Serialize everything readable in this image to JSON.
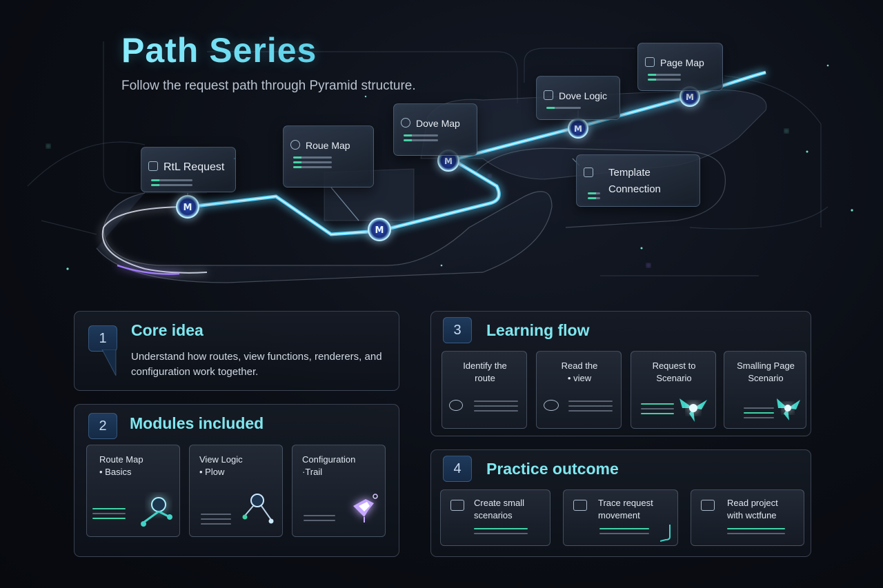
{
  "header": {
    "title": "Path Series",
    "subtitle": "Follow the request path through Pyramid structure."
  },
  "path_nodes": [
    {
      "label": "RtL Request",
      "icon": "document-icon"
    },
    {
      "label": "Roue Map",
      "icon": "map-icon"
    },
    {
      "label": "Dove Map",
      "icon": "map-icon"
    },
    {
      "label": "Dove Logic",
      "icon": "logic-icon"
    },
    {
      "label": "Page Map",
      "icon": "page-icon"
    },
    {
      "label": "Template Connection",
      "icon": "template-icon"
    }
  ],
  "panels": {
    "core_idea": {
      "number": "1",
      "title": "Core idea",
      "text": "Understand how routes, view functions, renderers, and configuration work together."
    },
    "modules": {
      "number": "2",
      "title": "Modules included",
      "items": [
        {
          "line1": "Route Map",
          "line2": "• Basics"
        },
        {
          "line1": "View Logic",
          "line2": "• Plow"
        },
        {
          "line1": "Configuration",
          "line2": "·Trail"
        }
      ]
    },
    "learning_flow": {
      "number": "3",
      "title": "Learning flow",
      "items": [
        {
          "line1": "Identify the",
          "line2": "route"
        },
        {
          "line1": "Read the",
          "line2": "• view"
        },
        {
          "line1": "Request to",
          "line2": "Scenario"
        },
        {
          "line1": "Smalling Page",
          "line2": "Scenario"
        }
      ]
    },
    "practice": {
      "number": "4",
      "title": "Practice outcome",
      "items": [
        {
          "line1": "Create small",
          "line2": "scenarios"
        },
        {
          "line1": "Trace request",
          "line2": "movement"
        },
        {
          "line1": "Read project",
          "line2": "with wctfune"
        }
      ]
    }
  },
  "colors": {
    "accent_cyan": "#7fe7ef",
    "path_glow": "#5fd6ff",
    "accent_green": "#3fd3a6",
    "accent_purple": "#a37bff"
  }
}
